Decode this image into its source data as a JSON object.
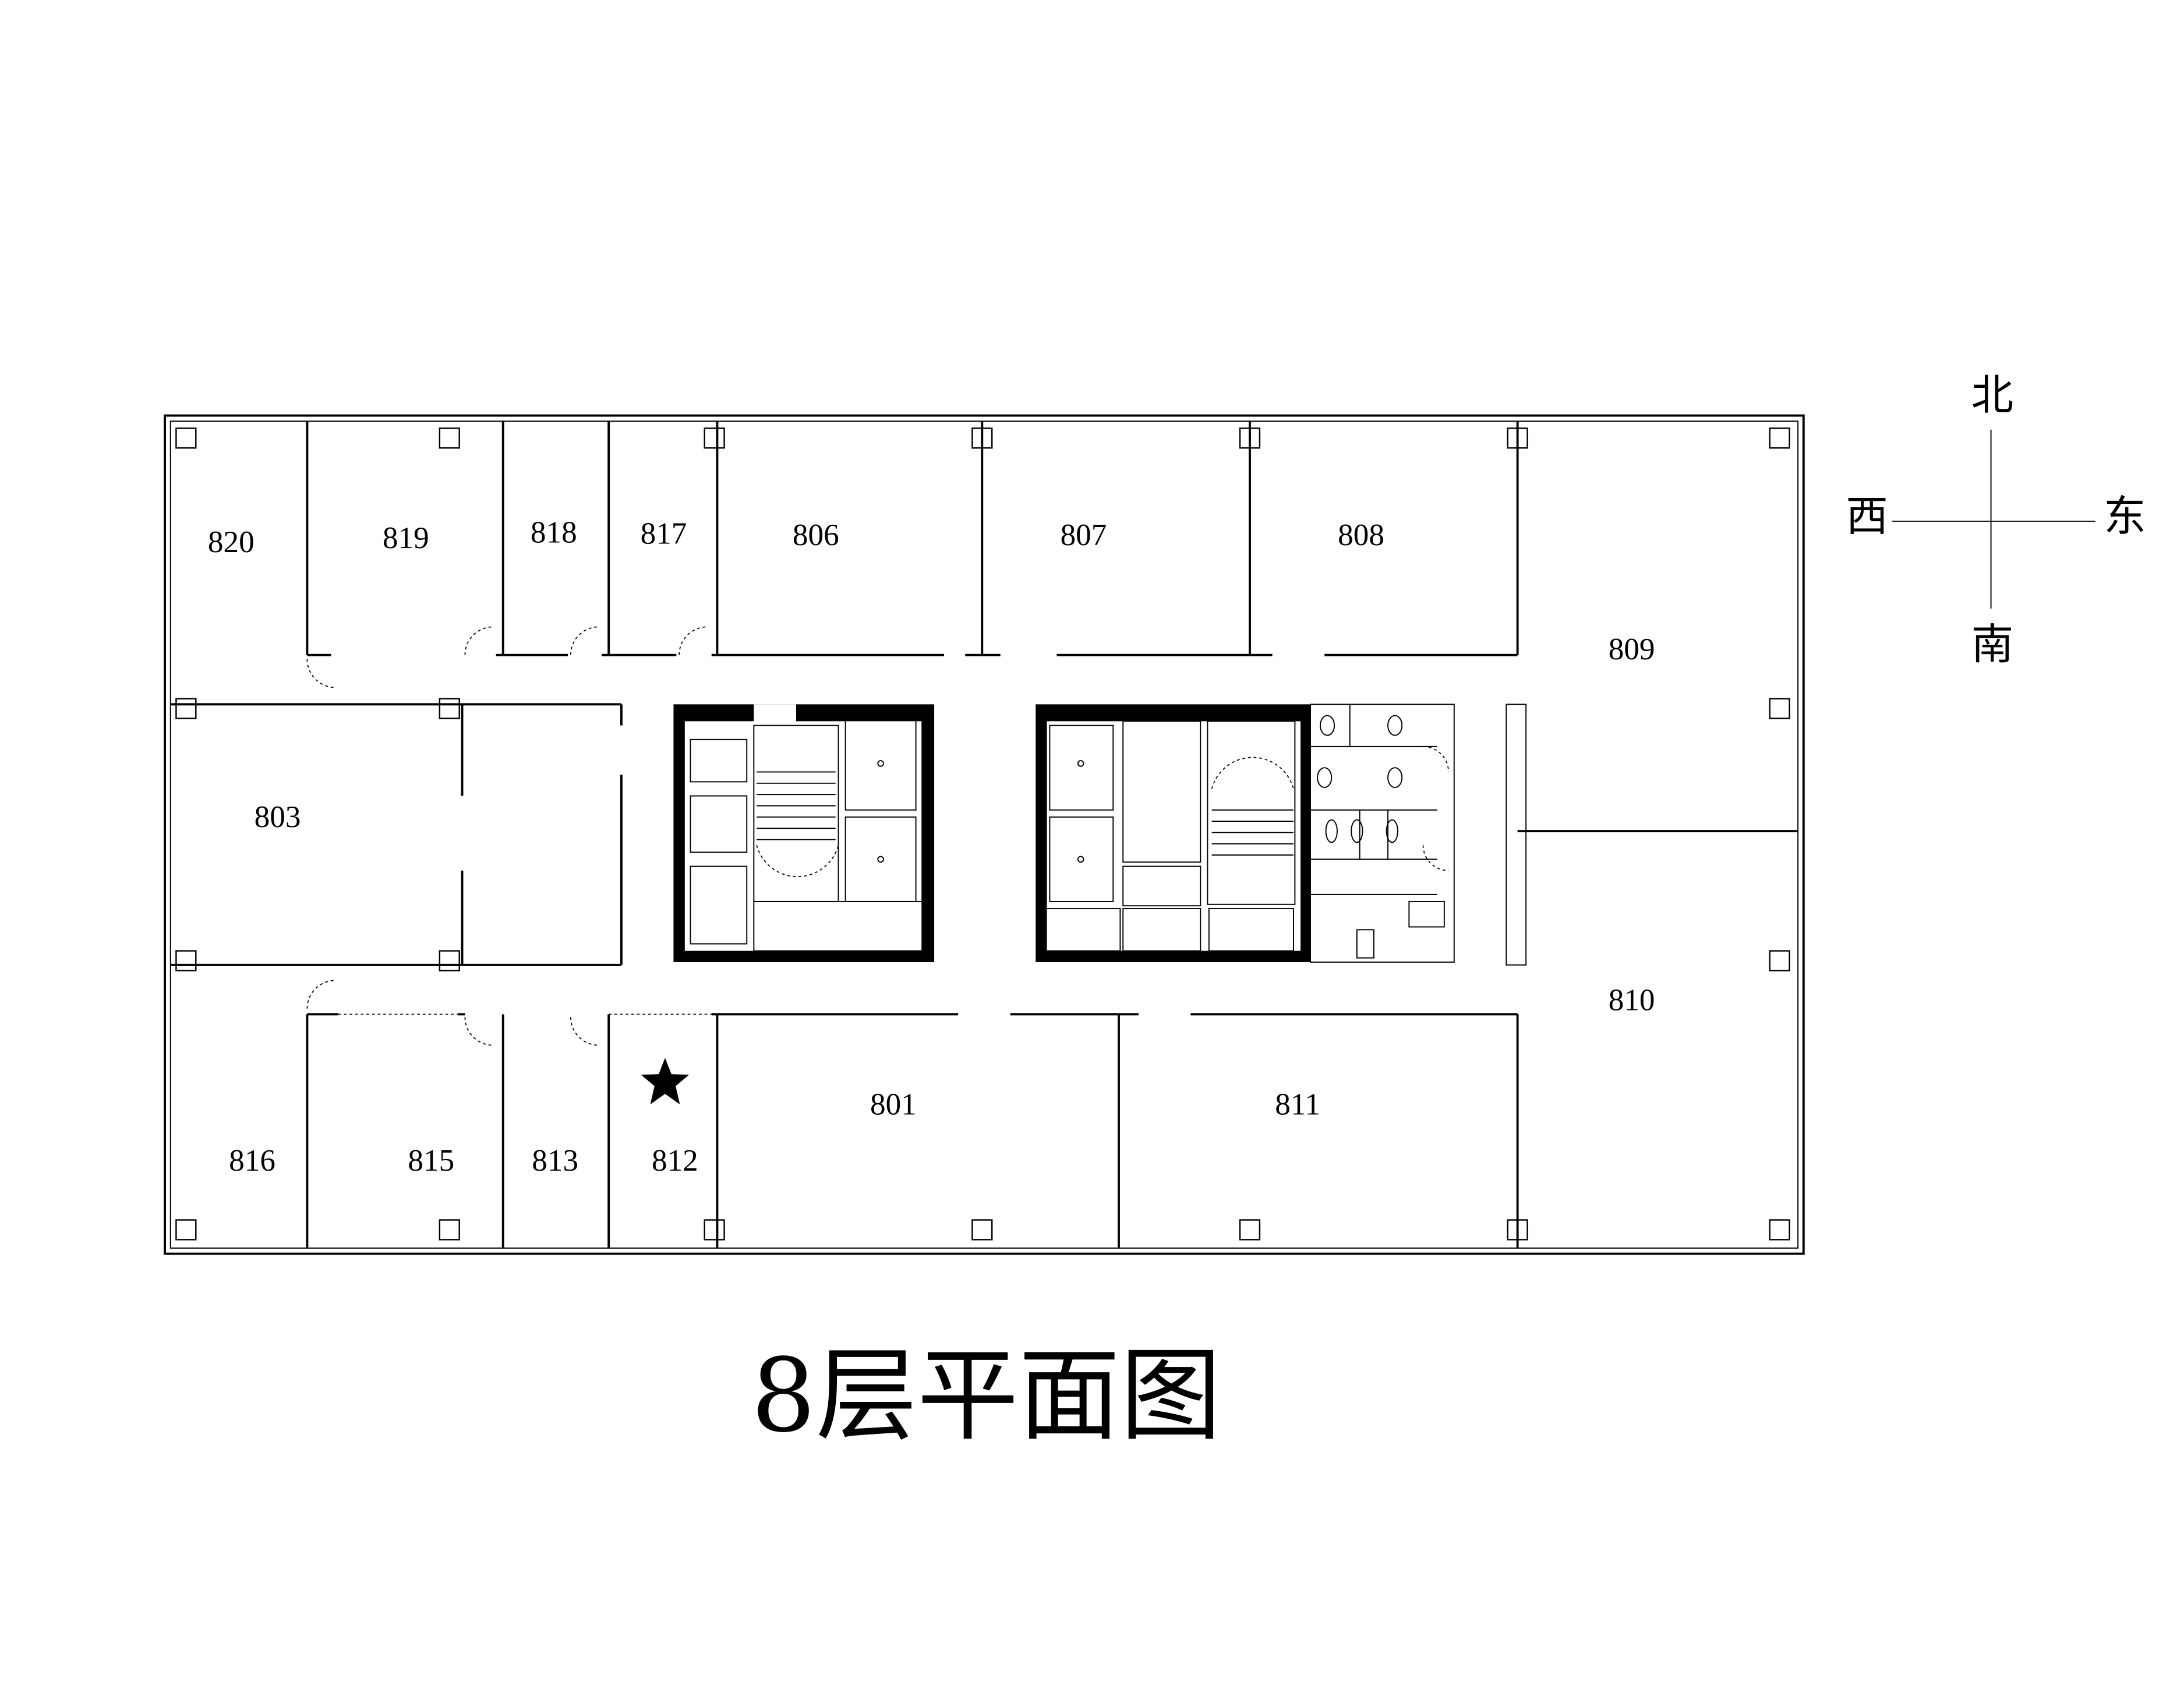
{
  "title": "8层平面图",
  "compass": {
    "north": "北",
    "south": "南",
    "east": "东",
    "west": "西"
  },
  "rooms": {
    "r820": "820",
    "r819": "819",
    "r818": "818",
    "r817": "817",
    "r806": "806",
    "r807": "807",
    "r808": "808",
    "r809": "809",
    "r803": "803",
    "r810": "810",
    "r801": "801",
    "r811": "811",
    "r816": "816",
    "r815": "815",
    "r813": "813",
    "r812": "812"
  },
  "marker": {
    "icon": "star-icon",
    "room": "812"
  }
}
